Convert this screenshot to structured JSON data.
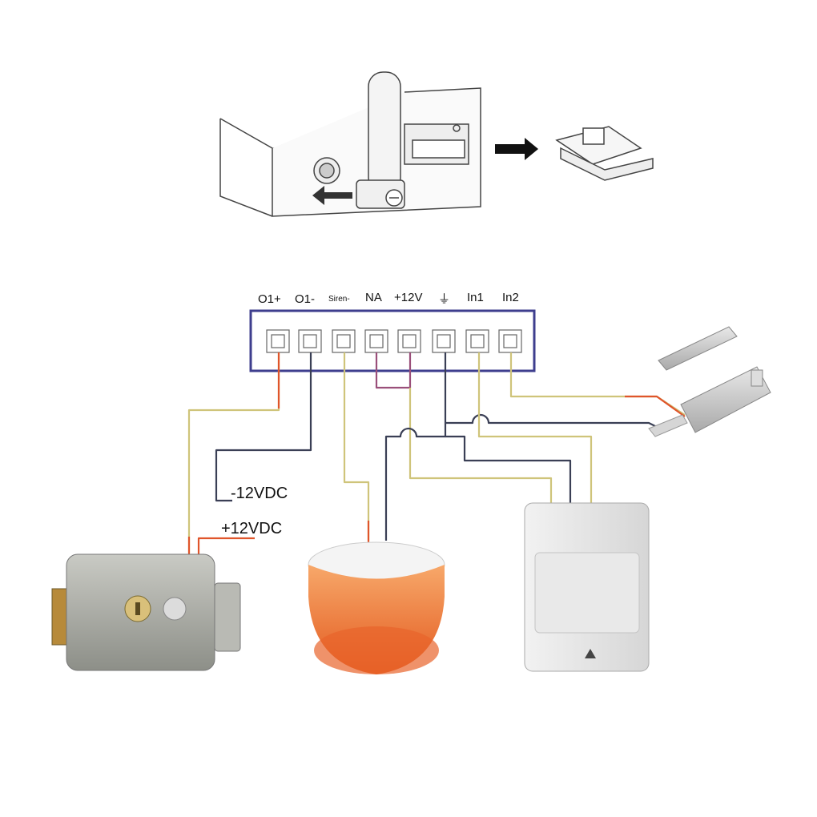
{
  "terminals": {
    "o1_plus": "O1+",
    "o1_minus": "O1-",
    "siren": "Siren-",
    "na": "NA",
    "v12": "+12V",
    "ground_symbol": "⏚",
    "in1": "In1",
    "in2": "In2"
  },
  "supply": {
    "minus": "-12VDC",
    "plus": "+12VDC"
  },
  "colors": {
    "red_wire": "#e0552b",
    "yellow_wire": "#cfc47a",
    "dark_wire": "#3a3f55",
    "purple_wire": "#9a4f7a",
    "terminal_frame": "#3e3e8e",
    "siren_orange": "#f07838"
  }
}
